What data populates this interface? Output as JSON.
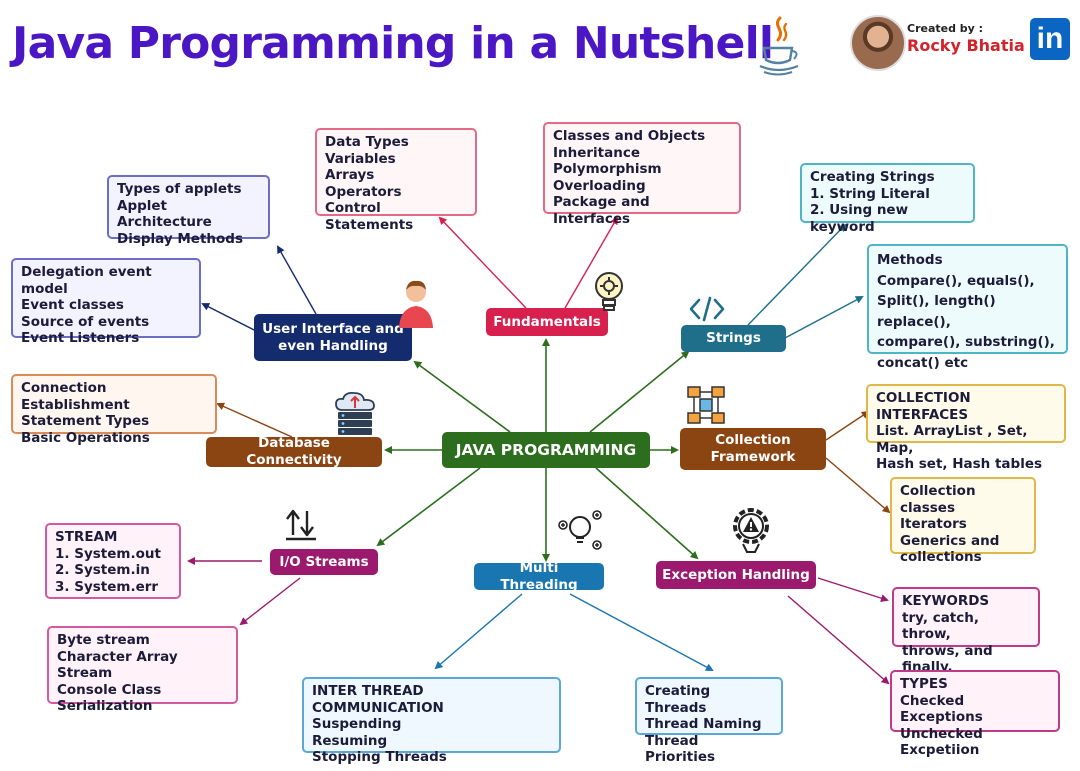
{
  "header": {
    "title": "Java Programming in a Nutshell",
    "created_label": "Created by :",
    "creator": "Rocky Bhatia",
    "linkedin_logo": "in"
  },
  "colors": {
    "title": "#4b16c4",
    "green": "#2c6e1e",
    "crimson": "#d8204f",
    "teal": "#1f6f8b",
    "brown": "#8b4513",
    "navy": "#142b6e",
    "purple": "#9c1a6e",
    "blue": "#1976b0"
  },
  "nodes": {
    "center": "JAVA PROGRAMMING",
    "fundamentals": "Fundamentals",
    "strings": "Strings",
    "collection": "Collection\nFramework",
    "exception": "Exception Handling",
    "multithreading": "Multi Threading",
    "io": "I/O Streams",
    "database": "Database Connectivity",
    "ui": "User Interface and\neven Handling"
  },
  "boxes": {
    "fund_data": {
      "items": [
        "Data Types",
        "Variables",
        "Arrays",
        "Operators",
        "Control Statements"
      ]
    },
    "fund_oop": {
      "items": [
        "Classes and Objects",
        "Inheritance",
        "Polymorphism",
        "Overloading",
        "Package and Interfaces"
      ]
    },
    "applets": {
      "items": [
        "Types of applets",
        "Applet Architecture",
        "Display Methods"
      ]
    },
    "events": {
      "items": [
        "Delegation event model",
        "Event classes",
        "Source of events",
        "Event Listeners"
      ]
    },
    "jdbc": {
      "items": [
        "Connection Establishment",
        "Statement Types",
        "Basic Operations"
      ]
    },
    "str_create": {
      "heading": "Creating Strings",
      "items": [
        "1. String Literal",
        "2. Using new keyword"
      ]
    },
    "str_methods": {
      "heading": "Methods",
      "items": [
        "Compare(), equals(),",
        "Split(), length() replace(),",
        "compare(), substring(),",
        "concat() etc"
      ]
    },
    "coll_if": {
      "heading": "COLLECTION INTERFACES",
      "items": [
        "List. ArrayList , Set, Map,",
        "Hash set, Hash tables"
      ]
    },
    "coll_classes": {
      "items": [
        "Collection classes",
        "Iterators",
        "Generics and",
        "collections"
      ]
    },
    "stream": {
      "heading": "STREAM",
      "items": [
        "1. System.out",
        "2. System.in",
        "3. System.err"
      ]
    },
    "byte": {
      "heading": "Byte stream",
      "items": [
        "Character Array Stream",
        "Console Class",
        "Serialization"
      ]
    },
    "itc": {
      "heading": "INTER THREAD COMMUNICATION",
      "items": [
        "Suspending",
        "Resuming",
        "Stopping Threads"
      ]
    },
    "threads": {
      "items": [
        "Creating Threads",
        "Thread Naming",
        "Thread Priorities"
      ]
    },
    "keywords": {
      "heading": "KEYWORDS",
      "items": [
        "try, catch, throw,",
        "throws, and finally."
      ]
    },
    "types": {
      "heading": "TYPES",
      "items": [
        "Checked Exceptions",
        "Unchecked Excpetiion"
      ]
    }
  },
  "icons": [
    "java-coffee-cup-icon",
    "creator-avatar",
    "linkedin-icon",
    "person-icon",
    "lightbulb-gear-icon",
    "code-brackets-icon",
    "network-blocks-icon",
    "cloud-server-icon",
    "arrows-up-down-icon",
    "bulb-plus-icon",
    "warning-gear-icon"
  ]
}
